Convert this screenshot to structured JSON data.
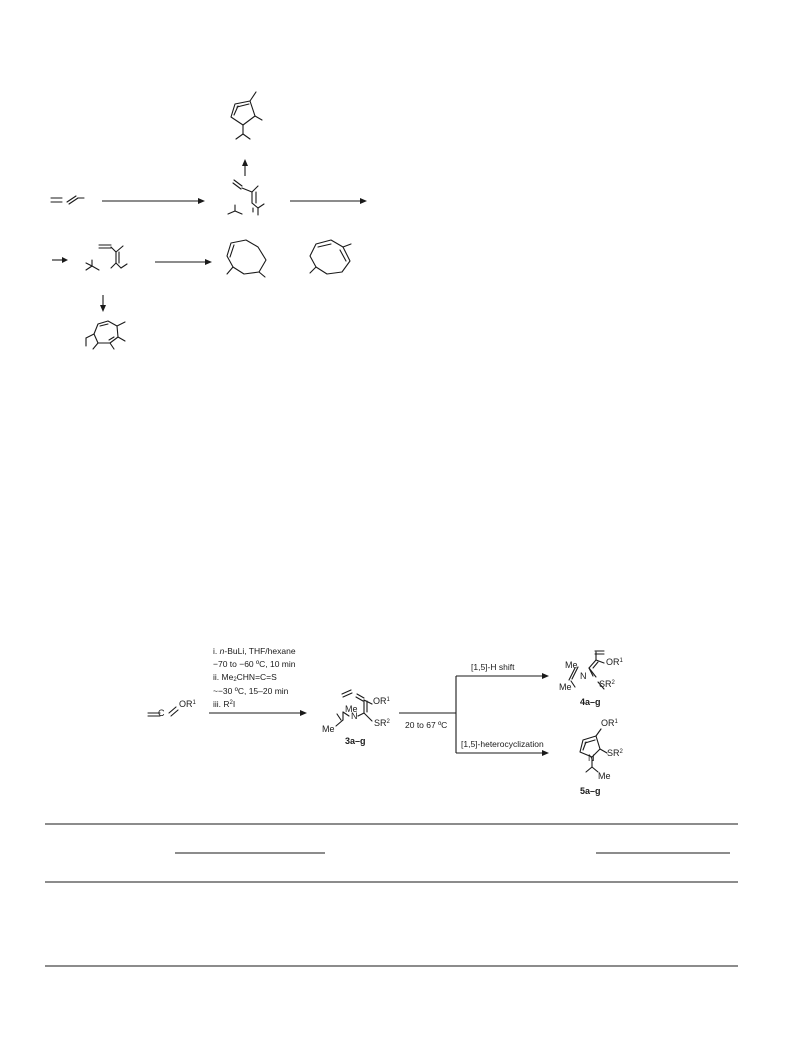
{
  "scheme2": {
    "start_label": "OR1",
    "start_c": "C",
    "cond_1_prefix": "i. ",
    "cond_1_italic": "n",
    "cond_1_rest": "-BuLi, THF/hexane",
    "cond_2": "−70 to −60 ºC, 10 min",
    "cond_3": "ii. Me2CHN=C=S",
    "cond_4": "~−30 ºC, 15–20 min",
    "cond_5": "iii. R2I",
    "int_or": "OR1",
    "int_sr": "SR2",
    "int_me": "Me",
    "int_me2": "Me",
    "int_n": "N",
    "int_id": "3a–g",
    "temp": "20 to 67 ºC",
    "path_up": "[1,5]-H shift",
    "path_down": "[1,5]-heterocyclization",
    "p4_or": "OR1",
    "p4_sr": "SR2",
    "p4_me1": "Me",
    "p4_me2": "Me",
    "p4_n": "N",
    "p4_id": "4a–g",
    "p5_or": "OR1",
    "p5_sr": "SR2",
    "p5_n": "N",
    "p5_me": "Me",
    "p5_id": "5a–g"
  }
}
